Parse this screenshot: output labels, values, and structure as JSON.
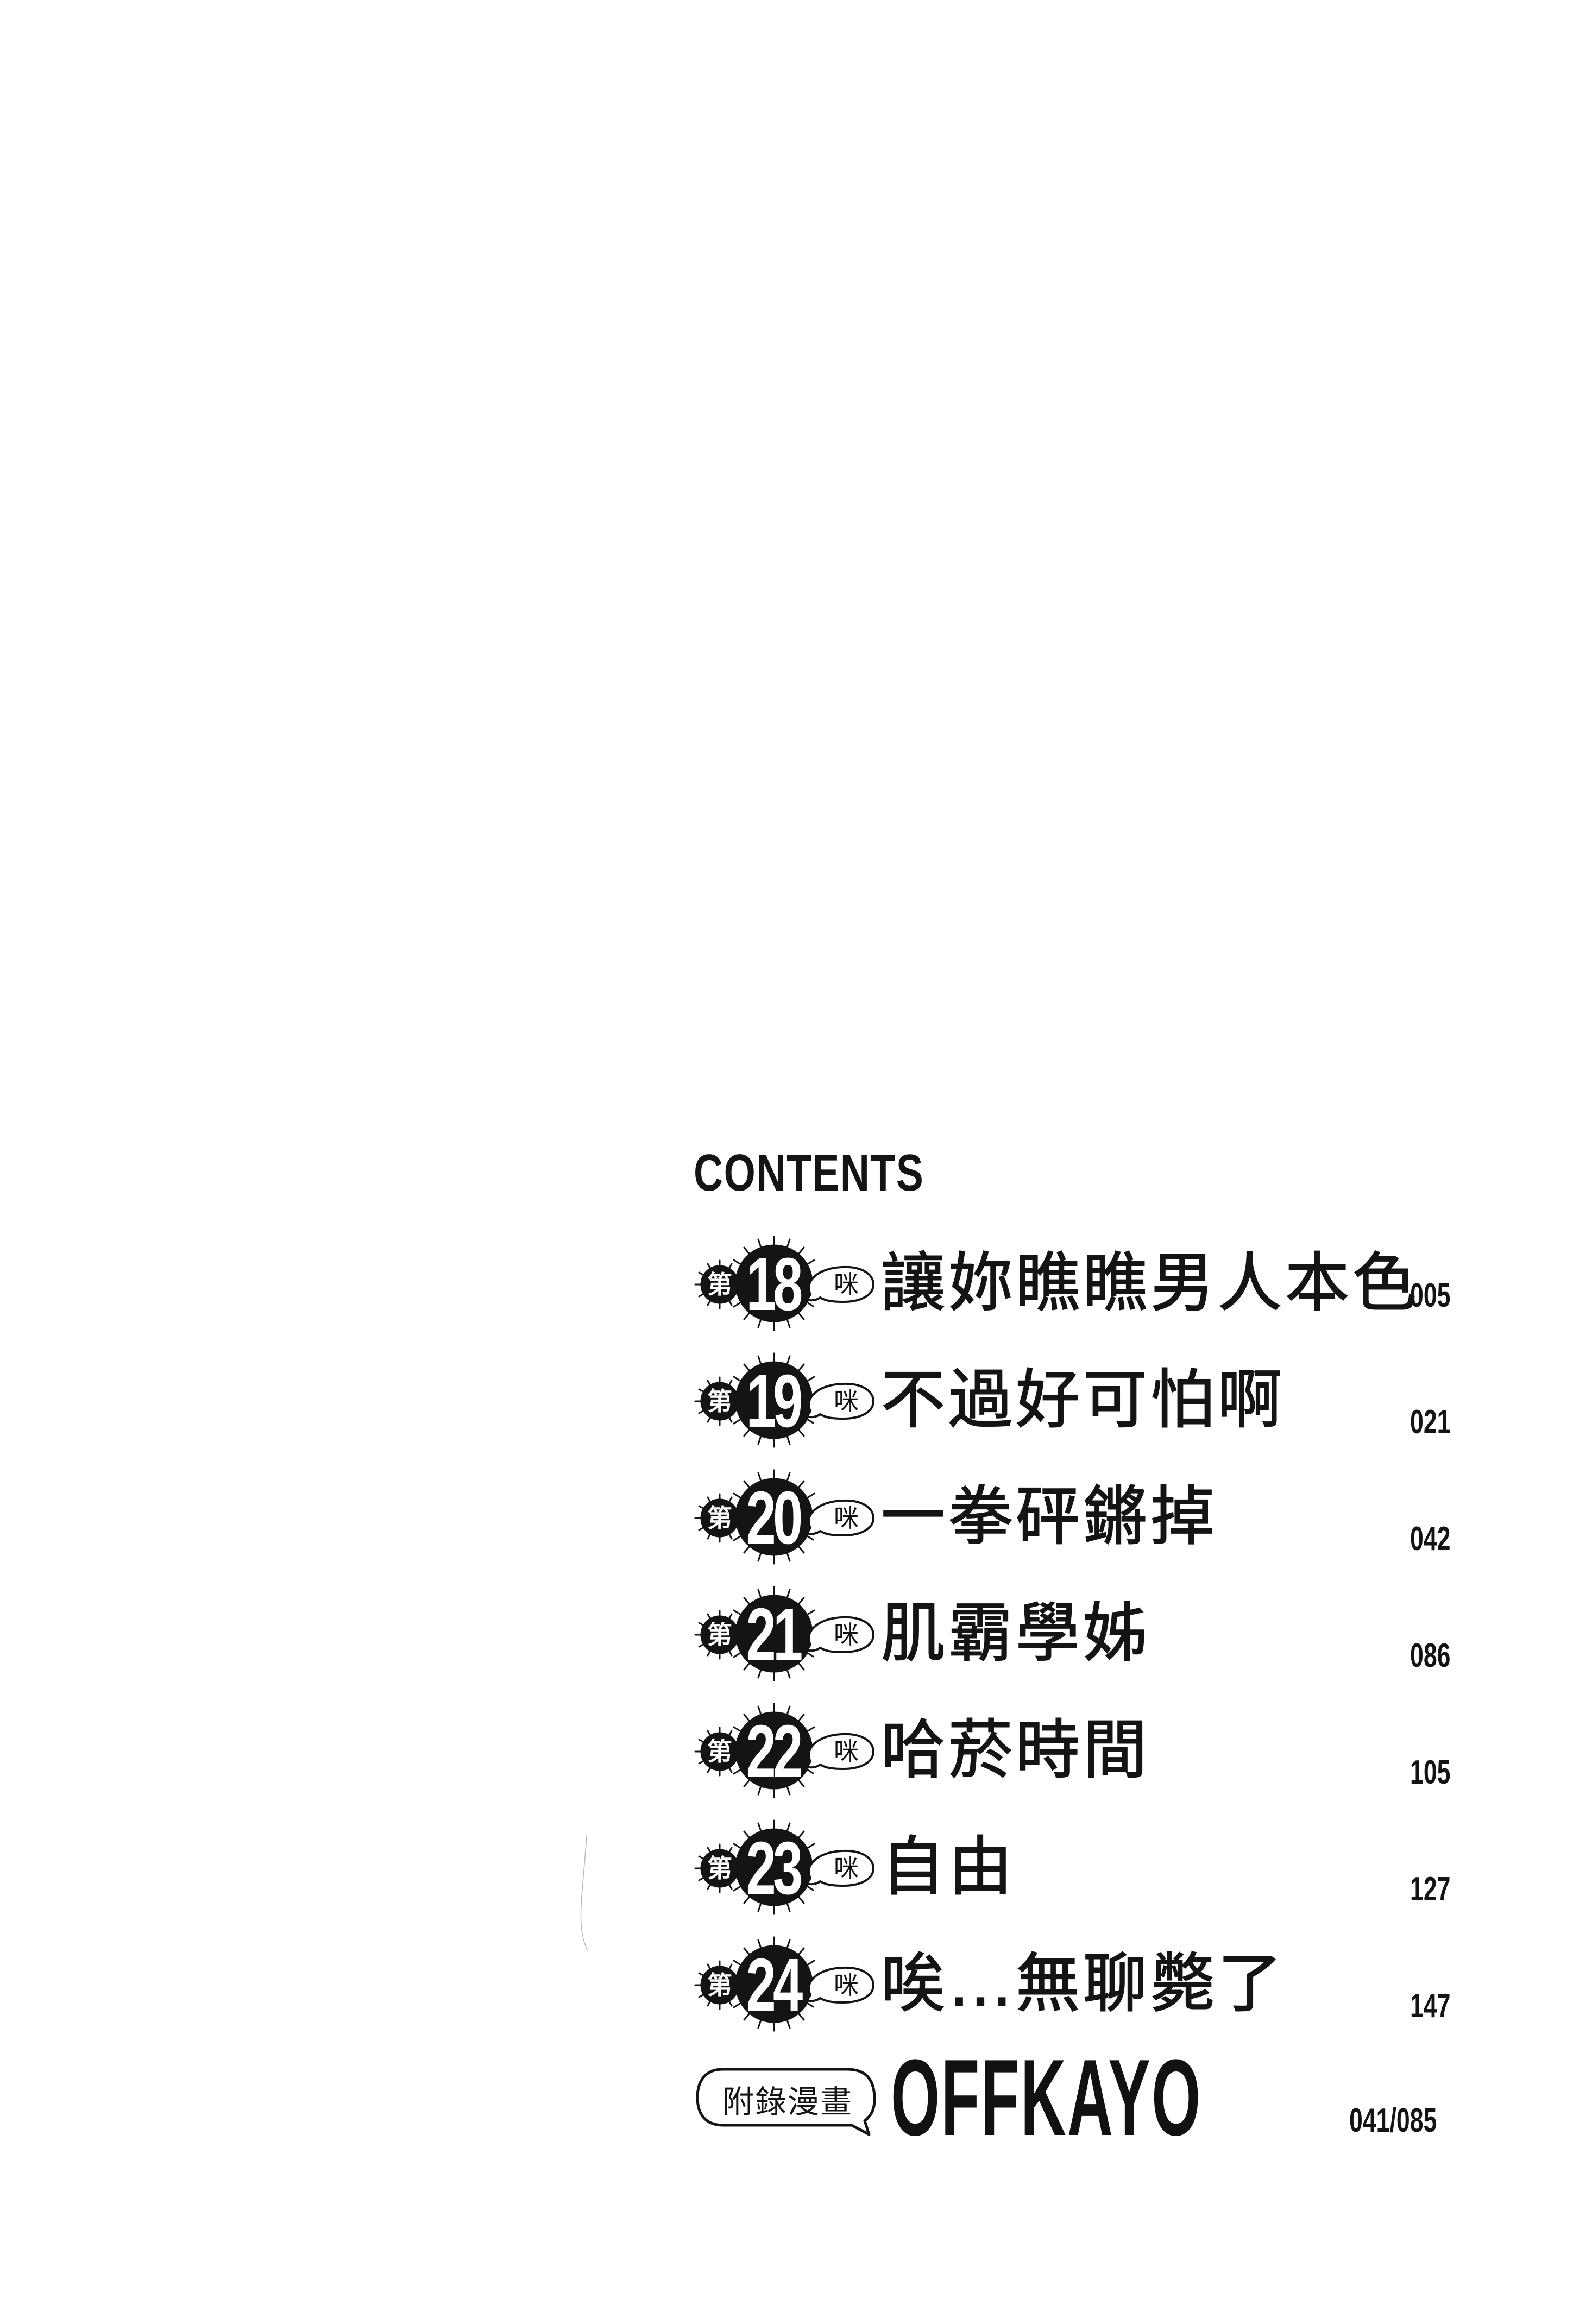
{
  "page": {
    "background": "#ffffff",
    "ink": "#141414"
  },
  "contents": {
    "heading": "CONTENTS",
    "chapters": [
      {
        "prefix": "第",
        "number": "18",
        "suffix": "咪",
        "title": "讓妳瞧瞧男人本色",
        "page": "005"
      },
      {
        "prefix": "第",
        "number": "19",
        "suffix": "咪",
        "title": "不過好可怕啊",
        "page": "021"
      },
      {
        "prefix": "第",
        "number": "20",
        "suffix": "咪",
        "title": "一拳砰鏘掉",
        "page": "042"
      },
      {
        "prefix": "第",
        "number": "21",
        "suffix": "咪",
        "title": "肌霸學姊",
        "page": "086"
      },
      {
        "prefix": "第",
        "number": "22",
        "suffix": "咪",
        "title": "哈菸時間",
        "page": "105"
      },
      {
        "prefix": "第",
        "number": "23",
        "suffix": "咪",
        "title": "自由",
        "page": "127"
      },
      {
        "prefix": "第",
        "number": "24",
        "suffix": "咪",
        "title": "唉…無聊斃了",
        "page": "147"
      }
    ],
    "appendix": {
      "label": "附錄漫畫",
      "title": "OFFKAYO",
      "pages": "041/085"
    }
  }
}
